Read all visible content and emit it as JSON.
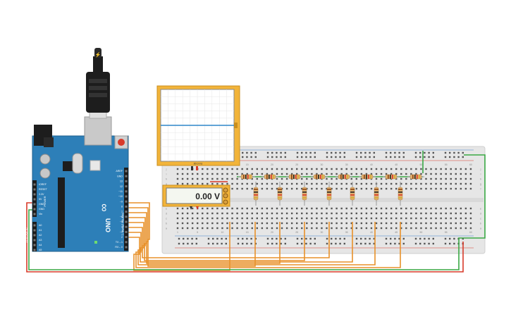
{
  "multimeter": {
    "reading": "0.00 V"
  },
  "oscilloscope": {
    "scale_label": "80.0 ms"
  },
  "arduino": {
    "brand": "UNO",
    "digital_label": "DIGITAL (PWM ~)",
    "analog_label": "ANALOG IN",
    "power_label": "POWER",
    "logo": "∞",
    "power_pins": [
      "IOREF",
      "RESET",
      "3.3V",
      "5V",
      "GND",
      "GND",
      "Vin"
    ],
    "analog_pins": [
      "A0",
      "A1",
      "A2",
      "A3",
      "A4",
      "A5"
    ],
    "digital_pins": [
      "AREF",
      "GND",
      "13",
      "12",
      "~11",
      "~10",
      "~9",
      "8",
      "7",
      "~6",
      "~5",
      "4",
      "~3",
      "2",
      "TX→1",
      "RX←0"
    ]
  },
  "breadboard": {
    "row_letters_top": [
      "j",
      "i",
      "h",
      "g",
      "f"
    ],
    "row_letters_bottom": [
      "e",
      "d",
      "c",
      "b",
      "a"
    ],
    "column_numbers": [
      "1",
      "5",
      "10",
      "15",
      "20",
      "25",
      "30",
      "35",
      "40",
      "45",
      "50",
      "55",
      "60"
    ]
  },
  "colors": {
    "arduino_board": "#2d7fb8",
    "breadboard": "#e8e8e8",
    "wire_orange": "#e8912a",
    "wire_red": "#d83a2a",
    "wire_green": "#3aa845",
    "oscilloscope_frame": "#f2b43a",
    "multimeter_frame": "#f2b43a"
  }
}
